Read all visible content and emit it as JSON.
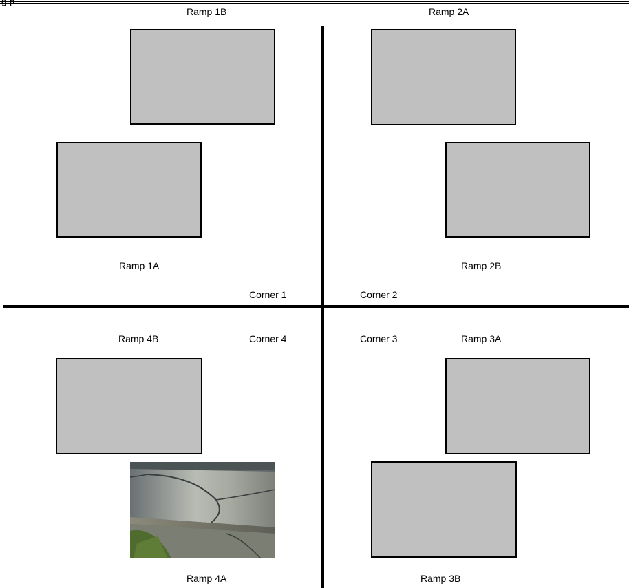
{
  "header": {
    "text": "g   p"
  },
  "labels": {
    "ramp_1b": "Ramp 1B",
    "ramp_2a": "Ramp 2A",
    "ramp_1a": "Ramp 1A",
    "ramp_2b": "Ramp 2B",
    "corner_1": "Corner 1",
    "corner_2": "Corner 2",
    "ramp_4b": "Ramp 4B",
    "corner_4": "Corner 4",
    "corner_3": "Corner 3",
    "ramp_3a": "Ramp 3A",
    "ramp_4a": "Ramp 4A",
    "ramp_3b": "Ramp 3B"
  },
  "colors": {
    "placeholder_fill": "#c0c0c0",
    "divider": "#000000"
  }
}
